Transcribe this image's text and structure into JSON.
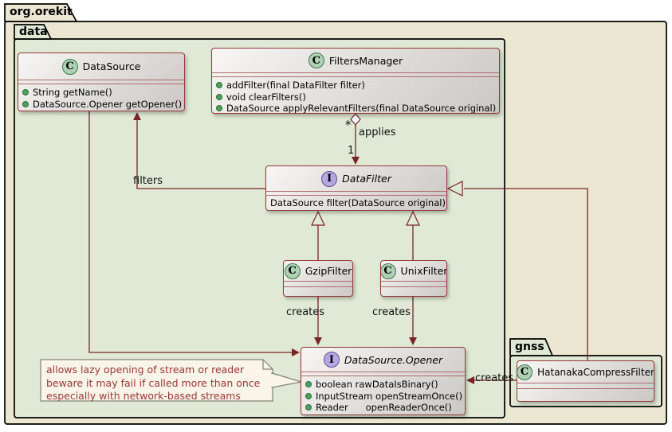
{
  "packages": {
    "orekit": {
      "label": "org.orekit"
    },
    "data": {
      "label": "data"
    },
    "gnss": {
      "label": "gnss"
    }
  },
  "classes": {
    "dataSource": {
      "stereotype": "C",
      "name": "DataSource",
      "methods": [
        "String getName()",
        "DataSource.Opener getOpener()"
      ]
    },
    "filtersManager": {
      "stereotype": "C",
      "name": "FiltersManager",
      "methods": [
        "addFilter(final DataFilter filter)",
        "void clearFilters()",
        "DataSource applyRelevantFilters(final DataSource original)"
      ]
    },
    "dataFilter": {
      "stereotype": "I",
      "name": "DataFilter",
      "methods": [
        "DataSource filter(DataSource original)"
      ]
    },
    "gzipFilter": {
      "stereotype": "C",
      "name": "GzipFilter"
    },
    "unixFilter": {
      "stereotype": "C",
      "name": "UnixFilter"
    },
    "dataSourceOpener": {
      "stereotype": "I",
      "name": "DataSource.Opener",
      "methods": [
        "boolean rawDataIsBinary()",
        "InputStream openStreamOnce()",
        "Reader      openReaderOnce()"
      ]
    },
    "hatanakaCompressFilter": {
      "stereotype": "C",
      "name": "HatanakaCompressFilter"
    }
  },
  "edge_labels": {
    "applies": "applies",
    "applies_source_multiplicity": "*",
    "applies_target_multiplicity": "1",
    "filters": "filters",
    "creates_gzip": "creates",
    "creates_unix": "creates",
    "creates_hatanaka": "creates"
  },
  "note": {
    "lines": [
      "allows lazy opening of stream or reader",
      "beware it may fail if called more than once",
      "especially with network-based streams"
    ]
  },
  "colors": {
    "package_outer_fill": "#ebe7d2",
    "package_inner_fill": "#dfe9d5",
    "package_border": "#000000",
    "relation": "#7b2426",
    "class_border": "#97393b",
    "class_separator": "#b06a6b",
    "class_icon_fill": "#add1b2",
    "interface_icon_fill": "#b4a7e5",
    "method_dot": "#4da15a",
    "note_fill": "#faf5e8",
    "note_border": "#83837b",
    "note_text": "#9c3637"
  }
}
